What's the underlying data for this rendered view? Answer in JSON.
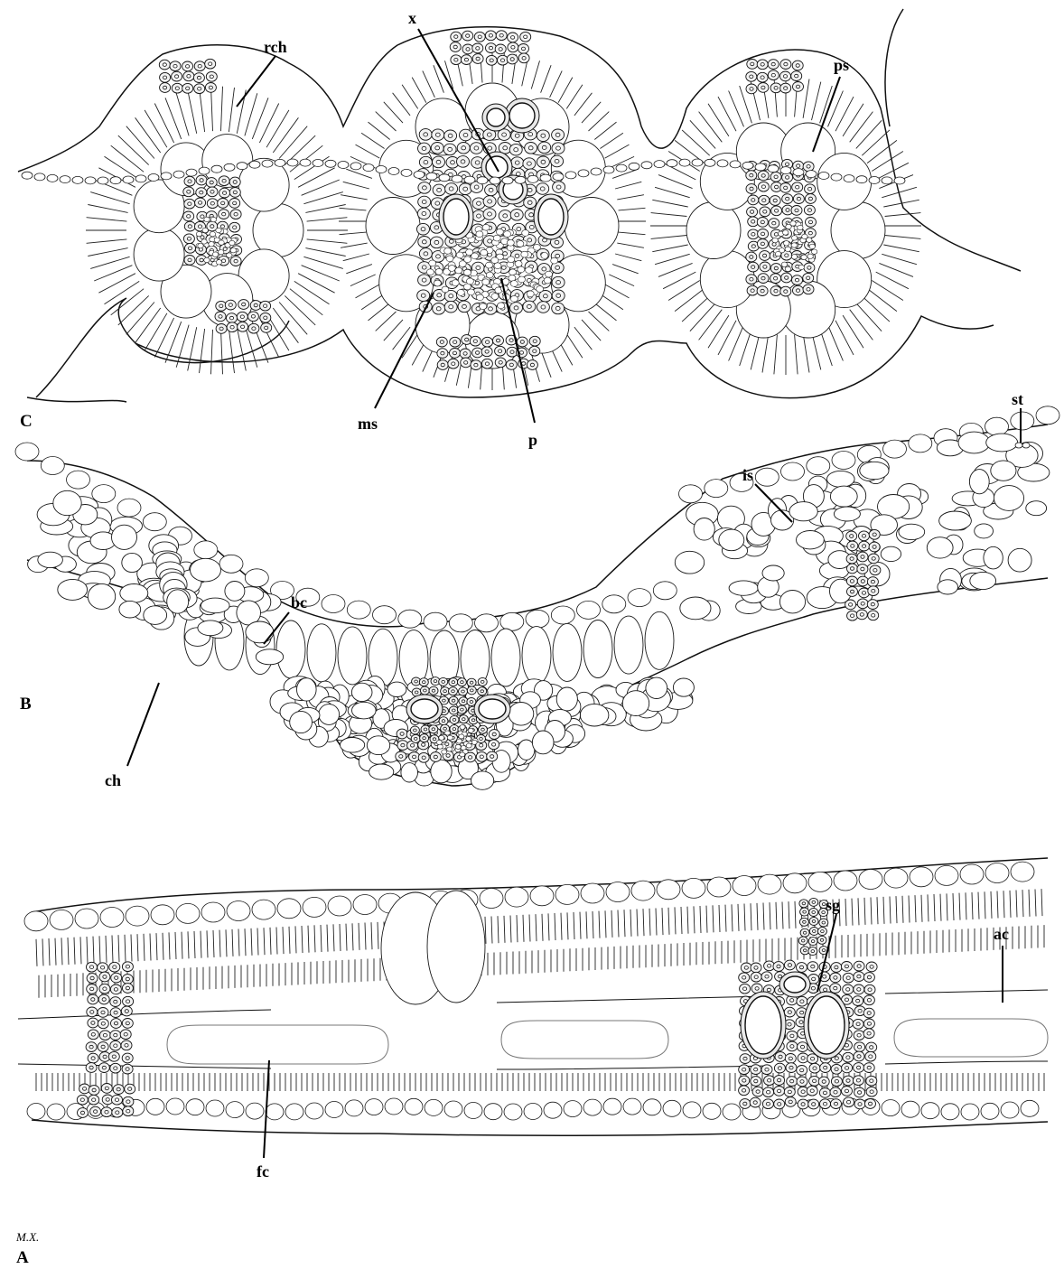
{
  "panels": {
    "A": "A",
    "B": "B",
    "C": "C"
  },
  "labels": {
    "rch": "rch",
    "x": "x",
    "ps": "ps",
    "ms": "ms",
    "p": "p",
    "st": "st",
    "is": "is",
    "bc": "bc",
    "ch": "ch",
    "sg": "sg",
    "ac": "ac",
    "fc": "fc"
  },
  "signature": "M.X."
}
